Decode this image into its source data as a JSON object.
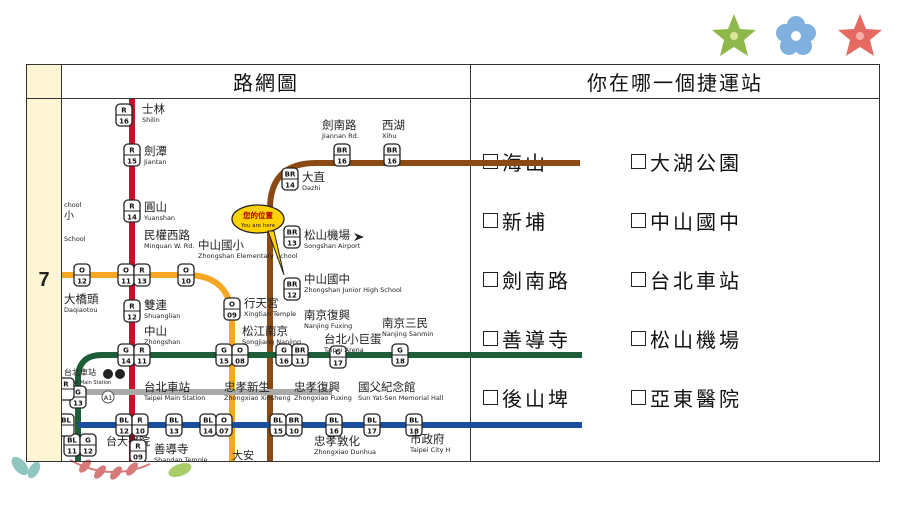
{
  "question_number": "7",
  "header": {
    "map_title": "路網圖",
    "question_title": "你在哪一個捷運站"
  },
  "options": [
    {
      "label": "海山"
    },
    {
      "label": "大湖公園"
    },
    {
      "label": "新埔"
    },
    {
      "label": "中山國中"
    },
    {
      "label": "劍南路"
    },
    {
      "label": "台北車站"
    },
    {
      "label": "善導寺"
    },
    {
      "label": "松山機場"
    },
    {
      "label": "後山埤"
    },
    {
      "label": "亞東醫院"
    }
  ],
  "map": {
    "colors": {
      "red": "#c8102e",
      "brown": "#8b4a14",
      "green": "#1f5c38",
      "orange": "#f5a623",
      "blue": "#1a4fa0",
      "marker": "#ffd200"
    },
    "you_are_here": {
      "zh": "您的位置",
      "en": "You are here"
    },
    "stations": {
      "shilin": {
        "zh": "士林",
        "en": "Shilin",
        "code_line": "R",
        "code_num": "16"
      },
      "jiantan": {
        "zh": "劍潭",
        "en": "Jiantan",
        "code_line": "R",
        "code_num": "15"
      },
      "yuanshan": {
        "zh": "圓山",
        "en": "Yuanshan",
        "code_line": "R",
        "code_num": "14"
      },
      "minquan": {
        "zh": "民權西路",
        "en": "Minquan W. Rd.",
        "code_line": "R",
        "code_num": "13"
      },
      "shuanglian": {
        "zh": "雙連",
        "en": "Shuanglian",
        "code_line": "R",
        "code_num": "12"
      },
      "zhongshan": {
        "zh": "中山",
        "en": "Zhongshan",
        "code_g_line": "G",
        "code_g_num": "14",
        "code_r_line": "R",
        "code_r_num": "11"
      },
      "zhongshan_es": {
        "zh": "中山國小",
        "en": "Zhongshan Elementary School",
        "code_line": "O",
        "code_num": "10"
      },
      "minquan_o": {
        "code_o_line": "O",
        "code_o_num": "11"
      },
      "daqiaotou": {
        "zh": "大橋頭",
        "en": "Daqiaotou",
        "code_line": "O",
        "code_num": "12"
      },
      "xingtian": {
        "zh": "行天宮",
        "en": "Xingtian Temple",
        "code_line": "O",
        "code_num": "09"
      },
      "songjiang": {
        "zh": "松江南京",
        "en": "Songjiang Nanjing",
        "code_g_line": "G",
        "code_g_num": "15",
        "code_o_line": "O",
        "code_o_num": "08"
      },
      "jiannan": {
        "zh": "劍南路",
        "en": "Jiannan Rd.",
        "code_line": "BR",
        "code_num": "16"
      },
      "xihu": {
        "zh": "西湖",
        "en": "Xihu",
        "code_line": "BR",
        "code_num": "16"
      },
      "dazhi": {
        "zh": "大直",
        "en": "Dazhi",
        "code_line": "BR",
        "code_num": "14"
      },
      "songshan_airport": {
        "zh": "松山機場",
        "en": "Songshan Airport",
        "code_line": "BR",
        "code_num": "13"
      },
      "zhongshan_jhs": {
        "zh": "中山國中",
        "en": "Zhongshan Junior High School",
        "code_line": "BR",
        "code_num": "12"
      },
      "nanjing_fuxing": {
        "zh": "南京復興",
        "en": "Nanjing Fuxing",
        "code_g_line": "G",
        "code_g_num": "16",
        "code_br_line": "BR",
        "code_br_num": "11"
      },
      "taipei_arena": {
        "zh": "台北小巨蛋",
        "en": "Taipei Arena",
        "code_line": "G",
        "code_num": "17"
      },
      "nanjing_sanmin": {
        "zh": "南京三民",
        "en": "Nanjing Sanmin",
        "code_line": "G",
        "code_num": "18"
      },
      "main_station": {
        "zh": "台北車站",
        "en": "Taipei Main Station",
        "code_bl_line": "BL",
        "code_bl_num": "12",
        "code_r_line": "R",
        "code_r_num": "10"
      },
      "main_station_top": {
        "zh": "台北車站",
        "en": "Taipei Main Station"
      },
      "shandao": {
        "zh": "善導寺",
        "en": "Shandao Temple",
        "code_line": "BL",
        "code_num": "13"
      },
      "zhongxiao_xinsheng": {
        "zh": "忠孝新生",
        "en": "Zhongxiao Xinsheng",
        "code_bl_line": "BL",
        "code_bl_num": "14",
        "code_o_line": "O",
        "code_o_num": "07"
      },
      "zhongxiao_fuxing": {
        "zh": "忠孝復興",
        "en": "Zhongxiao Fuxing",
        "code_bl_line": "BL",
        "code_bl_num": "15",
        "code_br_line": "BR",
        "code_br_num": "10"
      },
      "zhongxiao_dunhua": {
        "zh": "忠孝敦化",
        "en": "Zhongxiao Dunhua",
        "code_line": "BL",
        "code_num": "16"
      },
      "sun_yat_sen": {
        "zh": "國父紀念館",
        "en": "Sun Yat-Sen Memorial Hall",
        "code_line": "BL",
        "code_num": "17"
      },
      "city_hall": {
        "zh": "市政府",
        "en": "Taipei City H",
        "code_line": "BL",
        "code_num": "18"
      },
      "ntu_hospital": {
        "zh": "台大醫院",
        "code_line": "R",
        "code_num": "09"
      },
      "daan": {
        "zh": "大安"
      },
      "school_edge": {
        "zh": "小",
        "en": "chool"
      },
      "school_edge2": {
        "en": "School"
      },
      "g13": {
        "code_line": "G",
        "code_num": "13"
      },
      "bl11": {
        "code_line": "BL",
        "code_num": "11"
      },
      "bl11b": {
        "code_line": "G",
        "code_num": "12"
      },
      "a1": {
        "code": "A1"
      },
      "edge_r": {
        "code_line": "R",
        "code_num": ""
      },
      "edge_bl": {
        "code_line": "BL",
        "code_num": ""
      }
    }
  }
}
